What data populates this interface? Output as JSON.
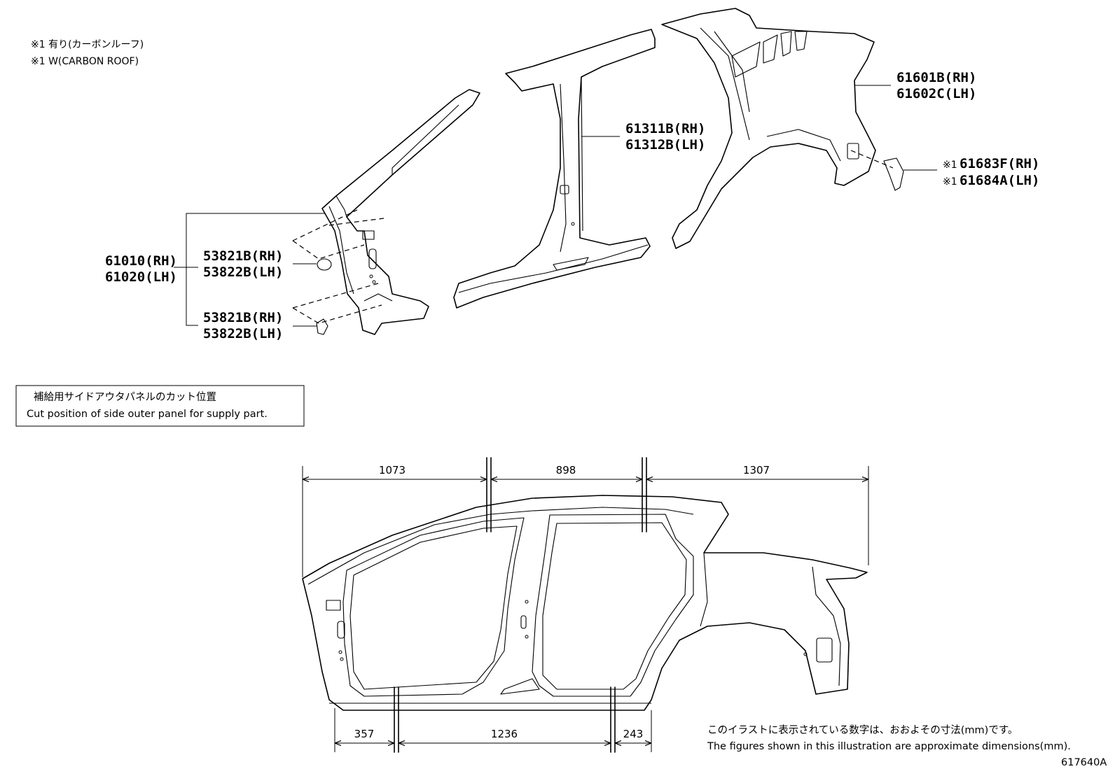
{
  "notes": {
    "carbon_jp": "※1 有り(カーボンルーフ)",
    "carbon_en": "※1 W(CARBON ROOF)"
  },
  "parts": {
    "p61601B": "61601B(RH)",
    "p61602C": "61602C(LH)",
    "p61311B": "61311B(RH)",
    "p61312B": "61312B(LH)",
    "p61683F": "61683F(RH)",
    "p61684A": "61684A(LH)",
    "mark": "※1",
    "p61010": "61010(RH)",
    "p61020": "61020(LH)",
    "p53821B_a": "53821B(RH)",
    "p53822B_a": "53822B(LH)",
    "p53821B_b": "53821B(RH)",
    "p53822B_b": "53822B(LH)"
  },
  "cut_box": {
    "jp": "補給用サイドアウタパネルのカット位置",
    "en": "Cut position of side outer panel for supply part."
  },
  "dimensions": {
    "top": [
      "1073",
      "898",
      "1307"
    ],
    "bottom": [
      "357",
      "1236",
      "243"
    ]
  },
  "footer": {
    "jp": "このイラストに表示されている数字は、おおよその寸法(mm)です。",
    "en": "The figures shown in this illustration are approximate dimensions(mm).",
    "code": "617640A"
  }
}
